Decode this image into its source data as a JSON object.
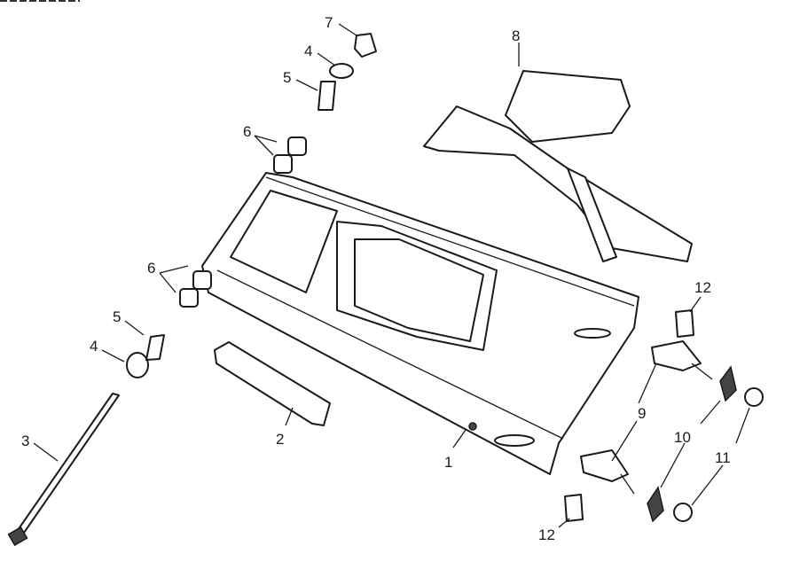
{
  "diagram": {
    "labels": [
      {
        "id": "l7",
        "text": "7",
        "part": "nut"
      },
      {
        "id": "l4a",
        "text": "4",
        "part": "washer"
      },
      {
        "id": "l5a",
        "text": "5",
        "part": "bushing"
      },
      {
        "id": "l8",
        "text": "8",
        "part": "rear-fender"
      },
      {
        "id": "l6a",
        "text": "6",
        "part": "bearing"
      },
      {
        "id": "l6b",
        "text": "6",
        "part": "bearing"
      },
      {
        "id": "l5b",
        "text": "5",
        "part": "bushing"
      },
      {
        "id": "l4b",
        "text": "4",
        "part": "washer"
      },
      {
        "id": "l3",
        "text": "3",
        "part": "pivot-shaft"
      },
      {
        "id": "l2",
        "text": "2",
        "part": "chain-guard"
      },
      {
        "id": "l1",
        "text": "1",
        "part": "swingarm"
      },
      {
        "id": "l12a",
        "text": "12",
        "part": "plate"
      },
      {
        "id": "l9",
        "text": "9",
        "part": "chain-adjuster"
      },
      {
        "id": "l10",
        "text": "10",
        "part": "washer-plate"
      },
      {
        "id": "l11",
        "text": "11",
        "part": "nut"
      },
      {
        "id": "l12b",
        "text": "12",
        "part": "plate"
      }
    ]
  }
}
